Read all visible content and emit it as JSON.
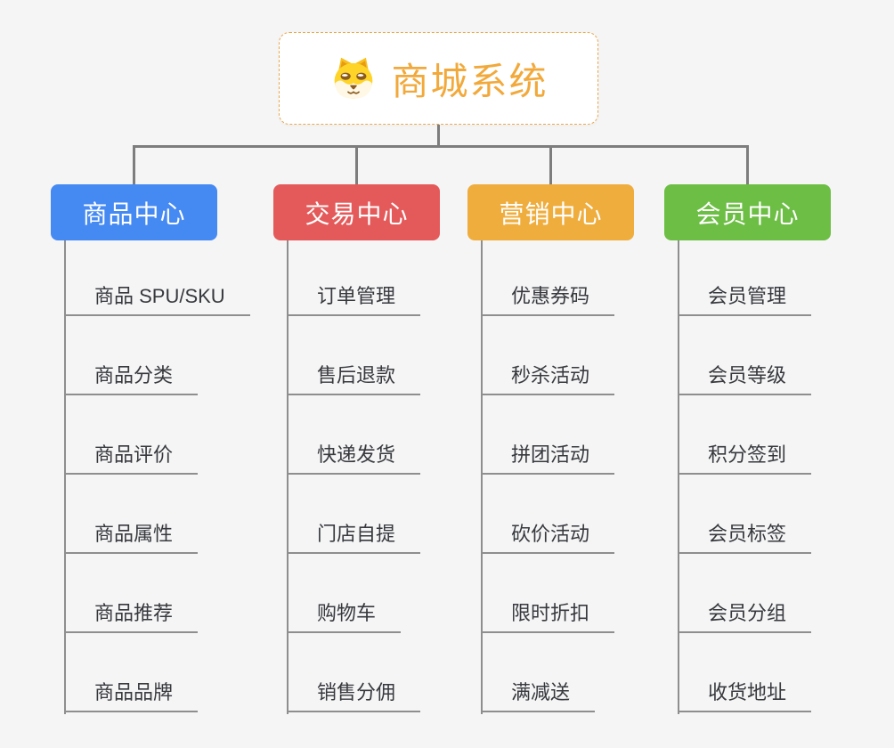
{
  "root": {
    "title": "商城系统",
    "icon": "dog-face-icon"
  },
  "colors": {
    "background": "#f5f5f6",
    "root_text": "#f2a93b",
    "root_border": "#e9a94d",
    "connector": "#7d7d7d",
    "child_line": "#8e8e8e",
    "item_text": "#37393d",
    "branch_product": "#4589f2",
    "branch_trade": "#e45a5a",
    "branch_marketing": "#efad3d",
    "branch_member": "#6dbe45"
  },
  "branches": [
    {
      "label": "商品中心",
      "color": "#4589f2",
      "items": [
        "商品 SPU/SKU",
        "商品分类",
        "商品评价",
        "商品属性",
        "商品推荐",
        "商品品牌"
      ]
    },
    {
      "label": "交易中心",
      "color": "#e45a5a",
      "items": [
        "订单管理",
        "售后退款",
        "快递发货",
        "门店自提",
        "购物车",
        "销售分佣"
      ]
    },
    {
      "label": "营销中心",
      "color": "#efad3d",
      "items": [
        "优惠券码",
        "秒杀活动",
        "拼团活动",
        "砍价活动",
        "限时折扣",
        "满减送"
      ]
    },
    {
      "label": "会员中心",
      "color": "#6dbe45",
      "items": [
        "会员管理",
        "会员等级",
        "积分签到",
        "会员标签",
        "会员分组",
        "收货地址"
      ]
    }
  ]
}
